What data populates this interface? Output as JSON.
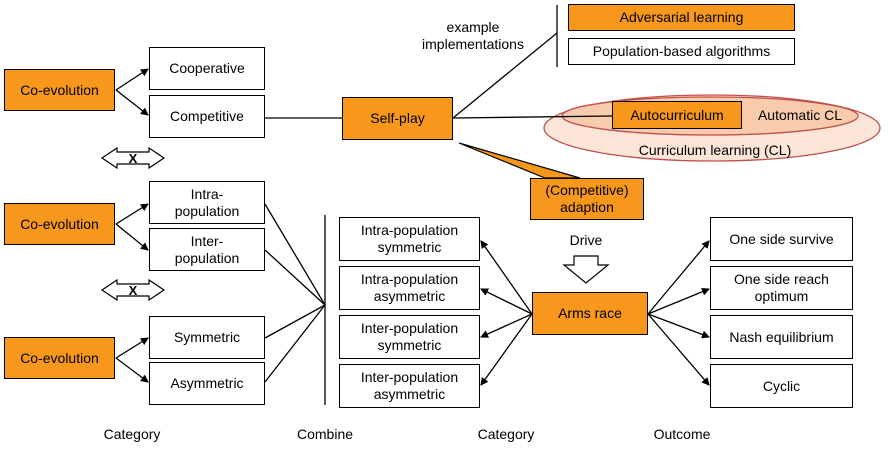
{
  "left_column": {
    "group1": {
      "source": "Co-evolution",
      "items": [
        "Cooperative",
        "Competitive"
      ]
    },
    "group2": {
      "source": "Co-evolution",
      "items": [
        "Intra-\npopulation",
        "Inter-\npopulation"
      ]
    },
    "group3": {
      "source": "Co-evolution",
      "items": [
        "Symmetric",
        "Asymmetric"
      ]
    },
    "cross_symbol": "X"
  },
  "self_play": {
    "label": "Self-play",
    "implementations_label": "example\nimplementations",
    "implementations": [
      "Adversarial learning",
      "Population-based algorithms"
    ],
    "autocurriculum": "Autocurriculum",
    "automatic_cl": "Automatic CL",
    "curriculum_learning": "Curriculum learning (CL)",
    "adaption": "(Competitive)\nadaption"
  },
  "combine_categories": [
    "Intra-population\nsymmetric",
    "Intra-population\nasymmetric",
    "Inter-population\nsymmetric",
    "Inter-population\nasymmetric"
  ],
  "arms_race": {
    "label": "Arms race",
    "drive": "Drive"
  },
  "outcomes": [
    "One side survive",
    "One side reach\noptimum",
    "Nash equilibrium",
    "Cyclic"
  ],
  "footer": {
    "category_left": "Category",
    "combine": "Combine",
    "category_mid": "Category",
    "outcome": "Outcome"
  },
  "colors": {
    "orange": "#f7981d",
    "ellipse_outer": "#fbe5d6",
    "ellipse_inner": "#f8cbad"
  }
}
